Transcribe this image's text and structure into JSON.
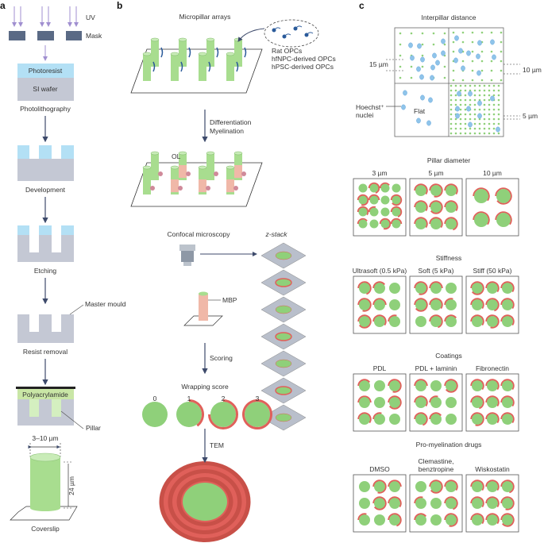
{
  "panel_a": {
    "label": "a",
    "uv": "UV",
    "mask": "Mask",
    "photoresist": "Photoresist",
    "wafer": "SI wafer",
    "steps": [
      "Photolithography",
      "Development",
      "Etching",
      "Resist removal"
    ],
    "master_mould": "Master mould",
    "polyacrylamide": "Polyacrylamide",
    "pillar": "Pillar",
    "width": "3–10 µm",
    "height": "24 µm",
    "coverslip": "Coverslip"
  },
  "panel_b": {
    "label": "b",
    "micropillar_arrays": "Micropillar arrays",
    "cell_sources": [
      "Rat OPCs",
      "hfNPC-derived OPCs",
      "hPSC-derived OPCs"
    ],
    "differentiation": "Differentiation",
    "myelination": "Myelination",
    "ol": "OL",
    "confocal": "Confocal microscopy",
    "zstack": "z-stack",
    "mbp": "MBP",
    "scoring": "Scoring",
    "wrapping_score": "Wrapping score",
    "scores": [
      "0",
      "1",
      "2",
      "3"
    ],
    "tem": "TEM"
  },
  "panel_c": {
    "label": "c",
    "interpillar": {
      "title": "Interpillar distance",
      "d15": "15 µm",
      "d10": "10 µm",
      "d5": "5 µm",
      "flat": "Flat",
      "hoechst": "Hoechst⁺",
      "nuclei": "nuclei"
    },
    "groups": [
      {
        "title": "Pillar diameter",
        "conditions": [
          "3 µm",
          "5 µm",
          "10 µm"
        ]
      },
      {
        "title": "Stiffness",
        "conditions": [
          "Ultrasoft (0.5 kPa)",
          "Soft (5 kPa)",
          "Stiff (50 kPa)"
        ]
      },
      {
        "title": "Coatings",
        "conditions": [
          "PDL",
          "PDL + laminin",
          "Fibronectin"
        ]
      },
      {
        "title": "Pro-myelination drugs",
        "conditions": [
          "DMSO",
          "Clemastine,\nbenztropine",
          "Wiskostatin"
        ]
      }
    ]
  },
  "colors": {
    "pillar": "#8fd07a",
    "myelin": "#e0605a",
    "photoresist": "#b3e0f5",
    "wafer": "#c4c8d4",
    "mask": "#5a6a85",
    "uv": "#a08fd0",
    "nuclei": "#8fc4ea",
    "arrow": "#3d4a6b"
  }
}
